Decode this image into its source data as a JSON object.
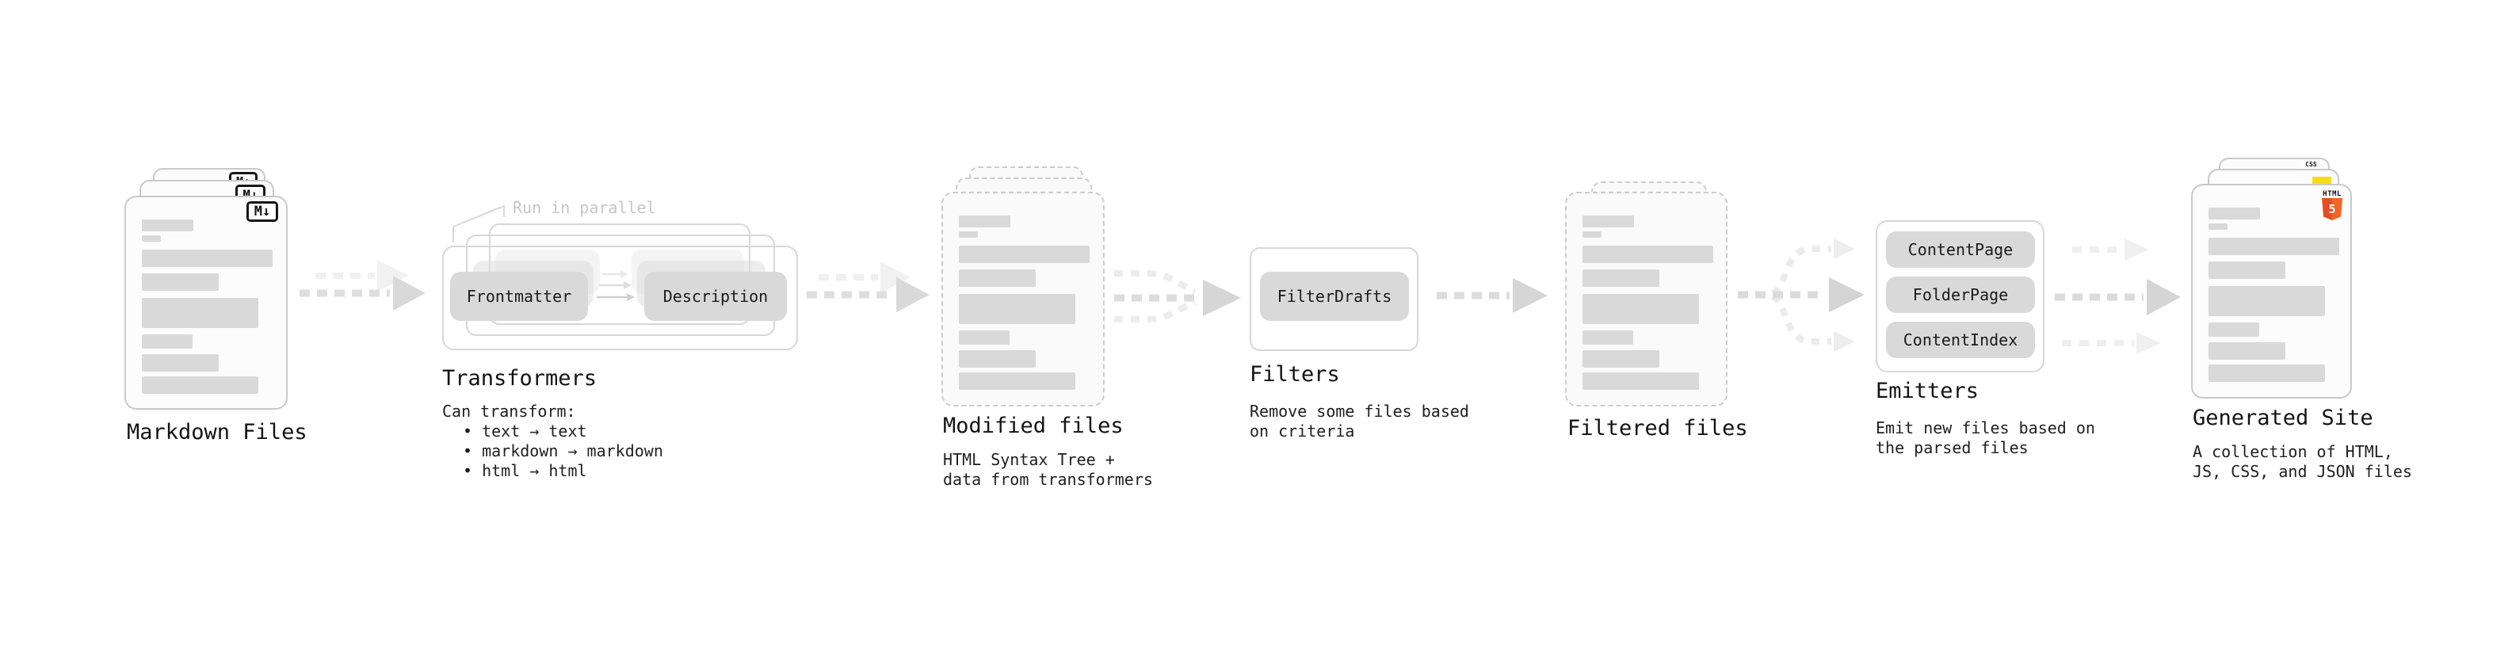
{
  "diagram": {
    "annotation_run_in_parallel": "Run in parallel",
    "stages": {
      "markdown_files": {
        "label": "Markdown Files",
        "badge": "M↓"
      },
      "transformers": {
        "label": "Transformers",
        "nodes": [
          "Frontmatter",
          "Description"
        ],
        "desc_lines": [
          "Can transform:",
          "• text → text",
          "• markdown → markdown",
          "• html → html"
        ]
      },
      "modified_files": {
        "label": "Modified files",
        "desc_lines": [
          "HTML Syntax Tree +",
          "data from transformers"
        ]
      },
      "filters": {
        "label": "Filters",
        "nodes": [
          "FilterDrafts"
        ],
        "desc_lines": [
          "Remove some files based",
          "on criteria"
        ]
      },
      "filtered_files": {
        "label": "Filtered files"
      },
      "emitters": {
        "label": "Emitters",
        "nodes": [
          "ContentPage",
          "FolderPage",
          "ContentIndex"
        ],
        "desc_lines": [
          "Emit new files based on",
          "the parsed files"
        ]
      },
      "generated_site": {
        "label": "Generated Site",
        "desc_lines": [
          "A collection of HTML,",
          "JS, CSS, and JSON files"
        ],
        "badges": {
          "css_text": "CSS",
          "html_text": "HTML",
          "html_number": "5"
        }
      }
    },
    "colors": {
      "css_blue": "#2965f1",
      "js_yellow": "#f5de19",
      "html_orange": "#e44d26",
      "html_orange_light": "#f16529"
    }
  }
}
